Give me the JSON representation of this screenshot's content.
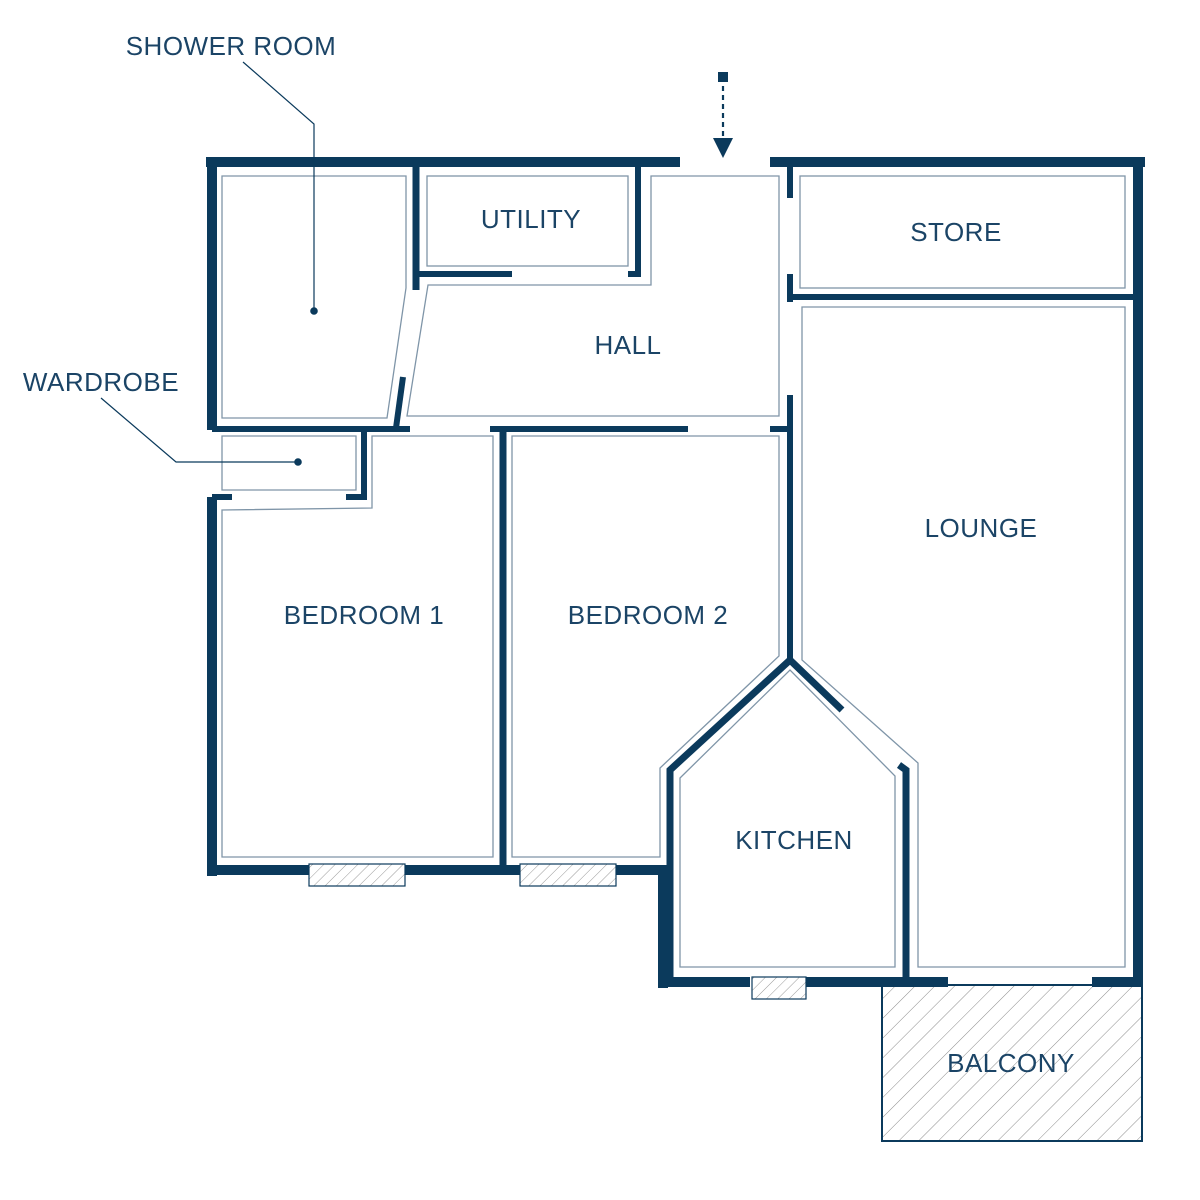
{
  "colors": {
    "wall": "#0b3a5c",
    "inner_line": "#7f95a8",
    "text": "#1b4466",
    "background": "#ffffff"
  },
  "rooms": {
    "shower_room": "SHOWER ROOM",
    "utility": "UTILITY",
    "store": "STORE",
    "hall": "HALL",
    "wardrobe": "WARDROBE",
    "lounge": "LOUNGE",
    "bedroom_1": "BEDROOM 1",
    "bedroom_2": "BEDROOM 2",
    "kitchen": "KITCHEN",
    "balcony": "BALCONY"
  },
  "icons": {
    "entrance": "entrance-arrow-icon"
  }
}
